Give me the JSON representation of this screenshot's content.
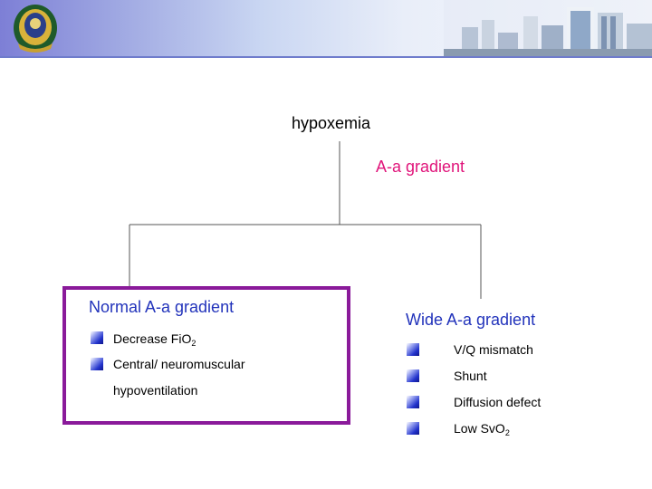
{
  "diagram": {
    "root": {
      "label": "hypoxemia"
    },
    "branch_label": "A-a gradient",
    "left": {
      "title": "Normal A-a gradient",
      "items": [
        {
          "text": "Decrease FiO",
          "sub": "2"
        },
        {
          "text": "Central/ neuromuscular",
          "sub": ""
        },
        {
          "text": "hypoventilation",
          "sub": ""
        }
      ]
    },
    "right": {
      "title": "Wide A-a gradient",
      "items": [
        {
          "text": "V/Q mismatch",
          "sub": ""
        },
        {
          "text": "Shunt",
          "sub": ""
        },
        {
          "text": "Diffusion defect",
          "sub": ""
        },
        {
          "text": "Low SvO",
          "sub": "2"
        }
      ]
    }
  },
  "colors": {
    "branch_label": "#e0147a",
    "box_title": "#2233bb",
    "highlight_border": "#8a1a9a",
    "connector": "#555555"
  },
  "icons": {
    "logo": "university-seal-icon",
    "banner_image": "city-buildings-photo",
    "bullet": "gradient-square-bullet-icon"
  }
}
